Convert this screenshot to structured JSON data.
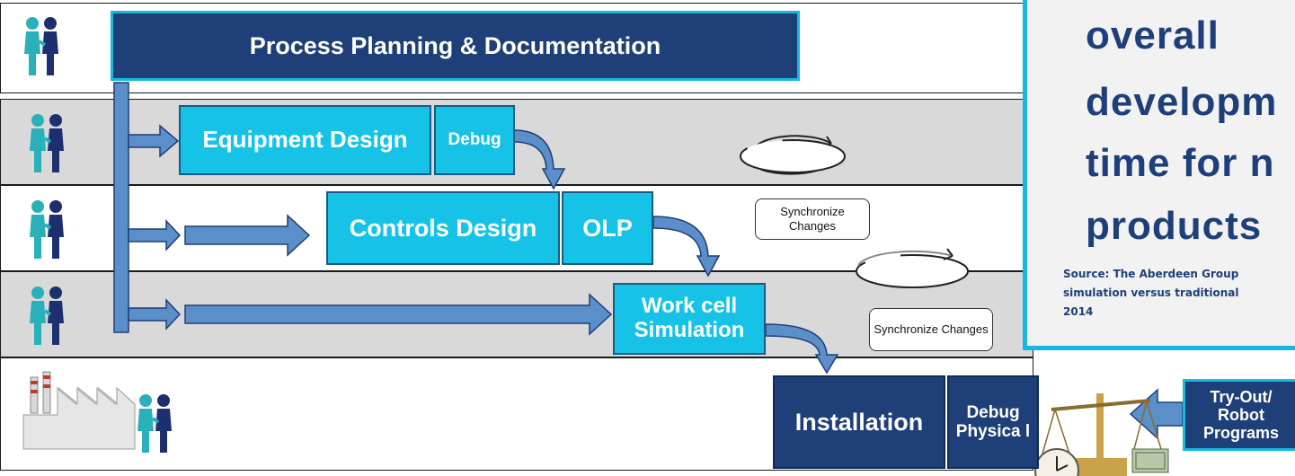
{
  "boxes": {
    "process": "Process Planning & Documentation",
    "equipment_design": "Equipment Design",
    "debug1": "Debug",
    "controls_design": "Controls Design",
    "olp": "OLP",
    "workcell_simulation": "Work cell Simulation",
    "installation": "Installation",
    "debug_physical": "Debug Physica l",
    "tryout": "Try-Out/ Robot Programs"
  },
  "sync_labels": [
    "Synchronize Changes",
    "Synchronize Changes"
  ],
  "callout": {
    "lines": [
      "overall",
      "developm",
      "time for n",
      "products"
    ],
    "source_lines": [
      "Source: The Aberdeen Group",
      "simulation versus traditional",
      "2014"
    ]
  },
  "colors": {
    "cyan": "#16c3e6",
    "navy": "#1e3f78",
    "lane_gray": "#d9d9d9",
    "callout_border": "#17b8e0",
    "arrow": "#5b8fc9"
  },
  "icons": [
    "people-icon",
    "factory-icon",
    "scale-icon",
    "clock-icon",
    "money-icon"
  ]
}
